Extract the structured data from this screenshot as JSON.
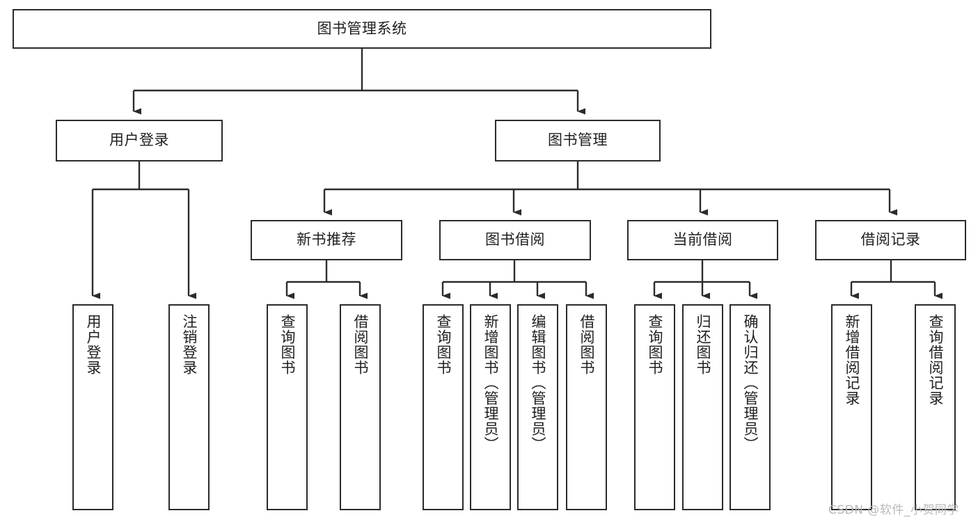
{
  "diagram": {
    "title": "图书管理系统",
    "type": "tree-hierarchy-chart",
    "root": {
      "label": "图书管理系统",
      "orientation": "horizontal"
    },
    "level2": [
      {
        "label": "用户登录",
        "orientation": "horizontal"
      },
      {
        "label": "图书管理",
        "orientation": "horizontal"
      }
    ],
    "level3": [
      {
        "label": "新书推荐",
        "orientation": "horizontal"
      },
      {
        "label": "图书借阅",
        "orientation": "horizontal"
      },
      {
        "label": "当前借阅",
        "orientation": "horizontal"
      },
      {
        "label": "借阅记录",
        "orientation": "horizontal"
      }
    ],
    "leaves": {
      "user_login": [
        {
          "label": "用户登录",
          "orientation": "vertical"
        },
        {
          "label": "注销登录",
          "orientation": "vertical"
        }
      ],
      "new_book_recommend": [
        {
          "label": "查询图书",
          "orientation": "vertical"
        },
        {
          "label": "借阅图书",
          "orientation": "vertical"
        }
      ],
      "book_borrow": [
        {
          "label": "查询图书",
          "orientation": "vertical"
        },
        {
          "label": "新增图书（管理员）",
          "orientation": "vertical"
        },
        {
          "label": "编辑图书（管理员）",
          "orientation": "vertical"
        },
        {
          "label": "借阅图书",
          "orientation": "vertical"
        }
      ],
      "current_borrow": [
        {
          "label": "查询图书",
          "orientation": "vertical"
        },
        {
          "label": "归还图书",
          "orientation": "vertical"
        },
        {
          "label": "确认归还（管理员）",
          "orientation": "vertical"
        }
      ],
      "borrow_record": [
        {
          "label": "新增借阅记录",
          "orientation": "vertical"
        },
        {
          "label": "查询借阅记录",
          "orientation": "vertical"
        }
      ]
    },
    "watermark": "CSDN @软件_小贺同学",
    "colors": {
      "box_border": "#2b2b2b",
      "box_fill": "#ffffff",
      "connector": "#2b2b2b",
      "text": "#1f1f1f",
      "watermark": "#b9b9b9",
      "background": "#ffffff"
    }
  }
}
